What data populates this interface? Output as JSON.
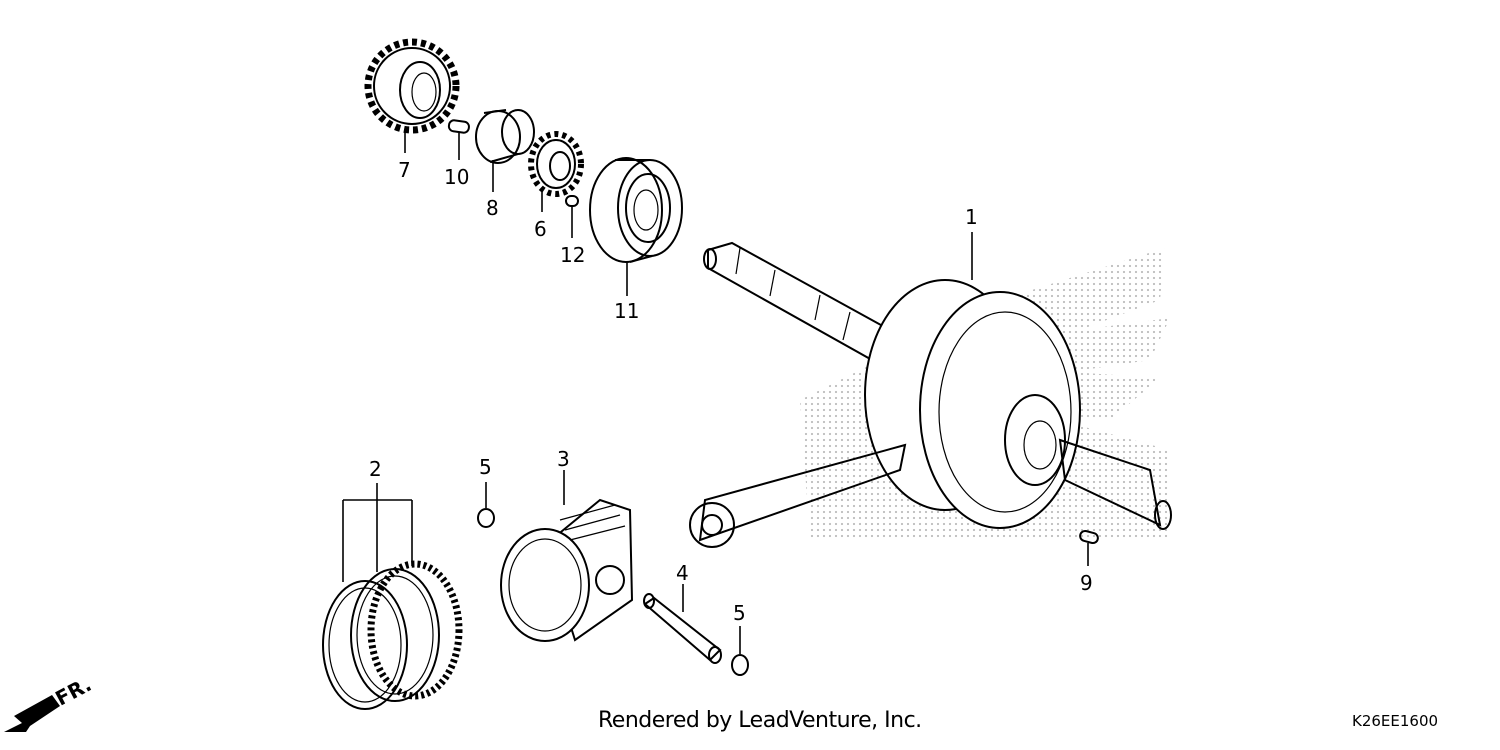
{
  "callouts": {
    "c1": "1",
    "c2": "2",
    "c3": "3",
    "c4": "4",
    "c5a": "5",
    "c5b": "5",
    "c6": "6",
    "c7": "7",
    "c8": "8",
    "c9": "9",
    "c10": "10",
    "c11": "11",
    "c12": "12"
  },
  "direction": {
    "label": "FR."
  },
  "footer": {
    "credit": "Rendered by LeadVenture, Inc.",
    "diagram_code": "K26EE1600"
  },
  "colors": {
    "ink": "#000000",
    "background": "#ffffff",
    "watermark": "#c8c8c8"
  }
}
